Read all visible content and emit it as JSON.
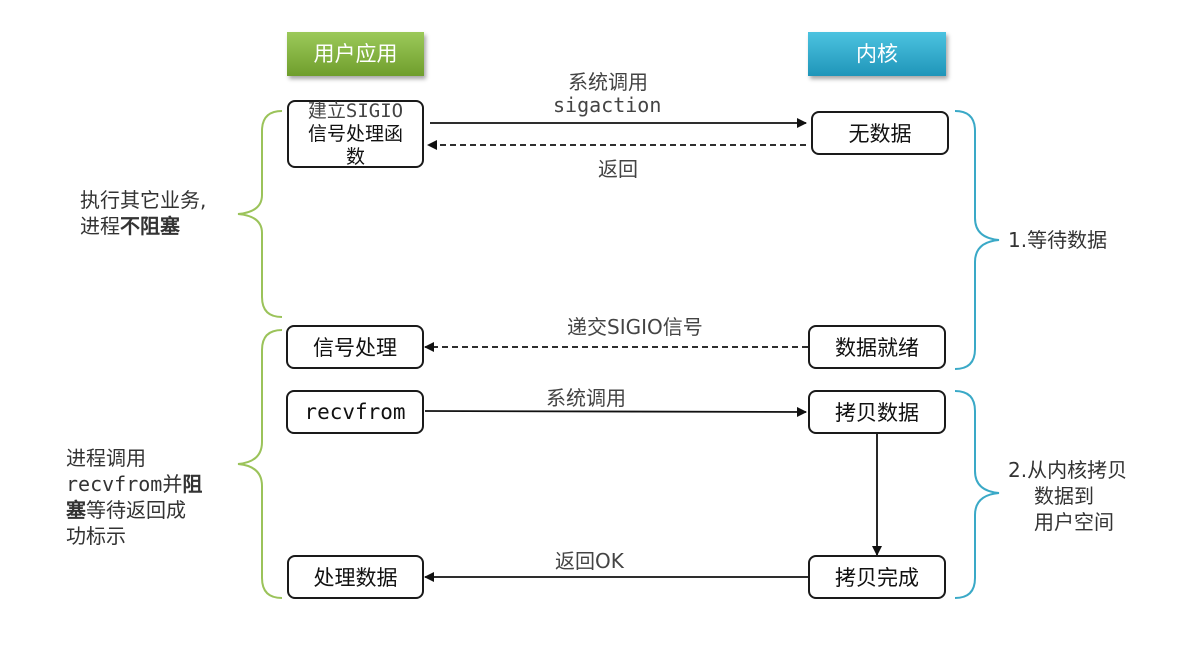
{
  "headers": {
    "user": "用户应用",
    "kernel": "内核"
  },
  "user_boxes": {
    "setup_l1": "建立SIGIO",
    "setup_l2": "信号处理函",
    "setup_l3": "数",
    "signal_handler": "信号处理",
    "recvfrom": "recvfrom",
    "process_data": "处理数据"
  },
  "kernel_boxes": {
    "no_data": "无数据",
    "data_ready": "数据就绪",
    "copy_data": "拷贝数据",
    "copy_done": "拷贝完成"
  },
  "arrow_labels": {
    "syscall_l1": "系统调用",
    "syscall_l2": "sigaction",
    "return": "返回",
    "deliver_sigio": "递交SIGIO信号",
    "syscall2": "系统调用",
    "return_ok": "返回OK"
  },
  "left_notes": {
    "nonblock_l1": "执行其它业务,",
    "nonblock_l2_a": "进程",
    "nonblock_l2_b": "不阻塞",
    "block_l1": "进程调用",
    "block_l2_a": "recvfrom",
    "block_l2_b": "并",
    "block_l2_c": "阻",
    "block_l3_a": "塞",
    "block_l3_b": "等待返回成",
    "block_l4": "功标示"
  },
  "right_notes": {
    "phase1": "1.等待数据",
    "phase2_l1": "2.从内核拷贝",
    "phase2_l2": "数据到",
    "phase2_l3": "用户空间"
  },
  "colors": {
    "user_header": "#7cae36",
    "kernel_header": "#2aa6c9",
    "left_brace": "#9bc35a",
    "right_brace": "#3aa9c7"
  }
}
